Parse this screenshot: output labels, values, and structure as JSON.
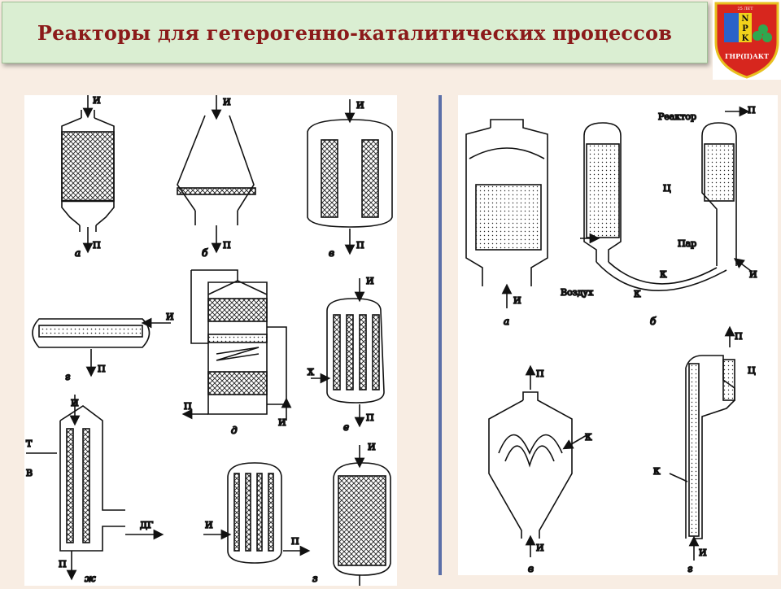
{
  "title": "Реакторы для гетерогенно-каталитических процессов",
  "logo": {
    "letters": [
      "N",
      "P",
      "K"
    ],
    "caption": "ГНР(П)АКТ",
    "top_text": "25 ЛЕТ",
    "colors": {
      "shield": "#d7261e",
      "border": "#e8c020",
      "tile_yellow": "#f2d21b",
      "tile_blue": "#2a62c9",
      "clover": "#2fa84f"
    }
  },
  "colors": {
    "title_text": "#8b1a1a",
    "title_bg": "#daeed2",
    "divider": "#5b6fa8",
    "background": "#f8ede3"
  },
  "left": {
    "a": {
      "caption": "а",
      "in": "И",
      "out": "П"
    },
    "b": {
      "caption": "б",
      "in": "И",
      "out": "П"
    },
    "v": {
      "caption": "в",
      "in": "И",
      "out": "П"
    },
    "g": {
      "caption": "г",
      "in": "И",
      "out": "П"
    },
    "d": {
      "caption": "д",
      "in": "И",
      "out": "П"
    },
    "e": {
      "caption": "е",
      "in": "И",
      "out": "П",
      "cool": "Х"
    },
    "zh": {
      "caption": "ж",
      "in": "И",
      "out": "П",
      "t": "Т",
      "v": "В",
      "dg": "ДГ"
    },
    "z": {
      "caption": "з",
      "in1": "И",
      "out1": "П",
      "in2": "И"
    }
  },
  "right": {
    "a": {
      "caption": "а",
      "in": "И"
    },
    "b": {
      "caption": "б",
      "out": "П",
      "reactor": "Реактор",
      "c": "Ц",
      "steam": "Пар",
      "k1": "К",
      "k2": "К",
      "air": "Воздух",
      "in": "И"
    },
    "v": {
      "caption": "в",
      "out": "П",
      "k": "К",
      "in": "И"
    },
    "g": {
      "caption": "г",
      "out": "П",
      "c": "Ц",
      "k": "К",
      "in": "И"
    }
  }
}
